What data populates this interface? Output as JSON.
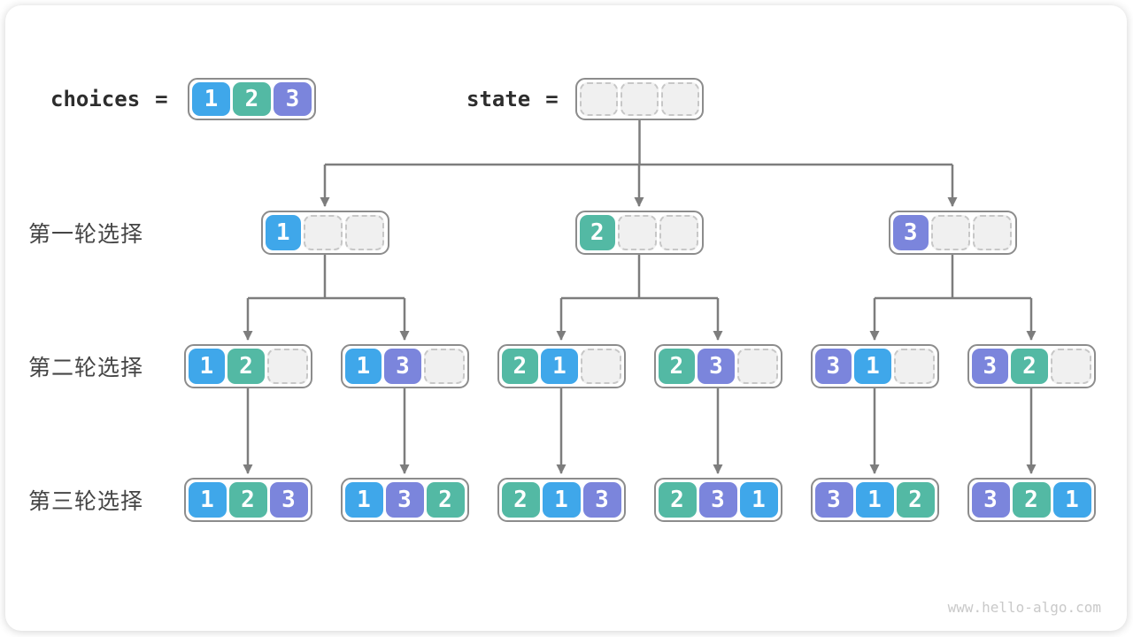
{
  "header": {
    "choices_label": "choices",
    "equals": "=",
    "choices_cells": [
      1,
      2,
      3
    ],
    "state_label": "state",
    "state_cells": [
      null,
      null,
      null
    ]
  },
  "rows": [
    {
      "label": "第一轮选择",
      "states": [
        [
          1,
          null,
          null
        ],
        [
          2,
          null,
          null
        ],
        [
          3,
          null,
          null
        ]
      ]
    },
    {
      "label": "第二轮选择",
      "states": [
        [
          1,
          2,
          null
        ],
        [
          1,
          3,
          null
        ],
        [
          2,
          1,
          null
        ],
        [
          2,
          3,
          null
        ],
        [
          3,
          1,
          null
        ],
        [
          3,
          2,
          null
        ]
      ]
    },
    {
      "label": "第三轮选择",
      "states": [
        [
          1,
          2,
          3
        ],
        [
          1,
          3,
          2
        ],
        [
          2,
          1,
          3
        ],
        [
          2,
          3,
          1
        ],
        [
          3,
          1,
          2
        ],
        [
          3,
          2,
          1
        ]
      ]
    }
  ],
  "watermark": "www.hello-algo.com",
  "colors": {
    "1": "#3fa7ea",
    "2": "#53b9a4",
    "3": "#7b85dc",
    "arrow": "#7d7d7d",
    "box_border": "#8c8c8c",
    "empty_fill": "#f0f0f0"
  }
}
